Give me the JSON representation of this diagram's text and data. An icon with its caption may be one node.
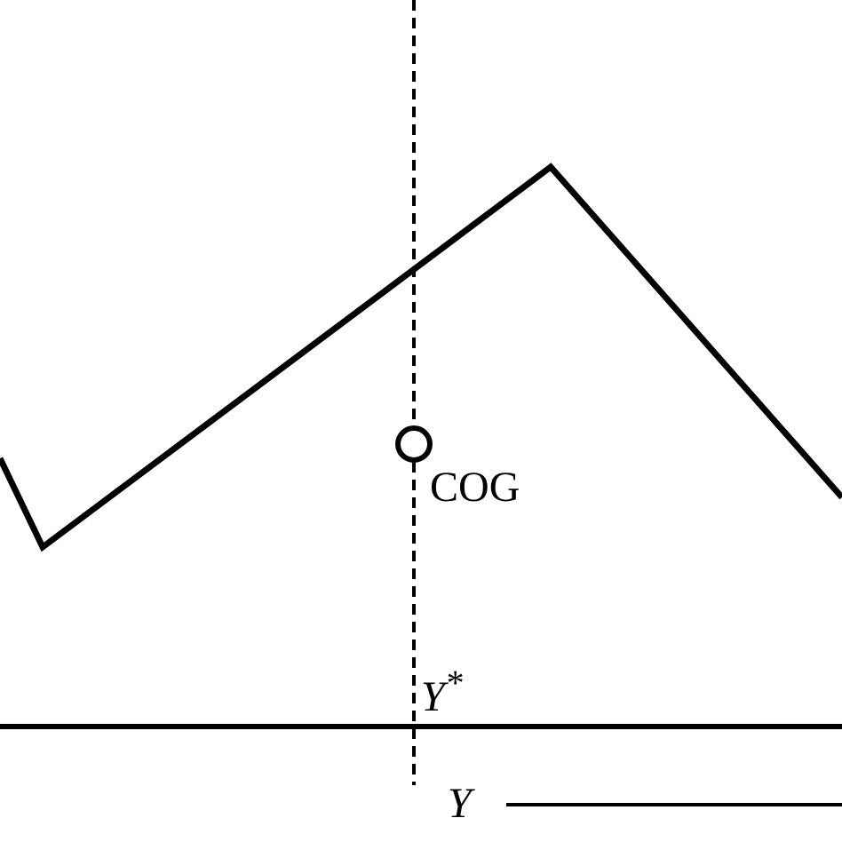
{
  "diagram": {
    "labels": [
      "COG",
      "Y$^{*}$",
      "Y"
    ]
  }
}
